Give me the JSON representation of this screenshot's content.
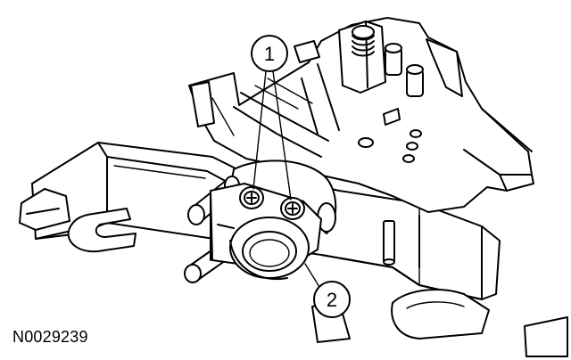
{
  "figure": {
    "code": "N0029239",
    "callouts": [
      {
        "label": "1"
      },
      {
        "label": "2"
      }
    ]
  },
  "colors": {
    "ink": "#000000",
    "paper": "#ffffff"
  }
}
